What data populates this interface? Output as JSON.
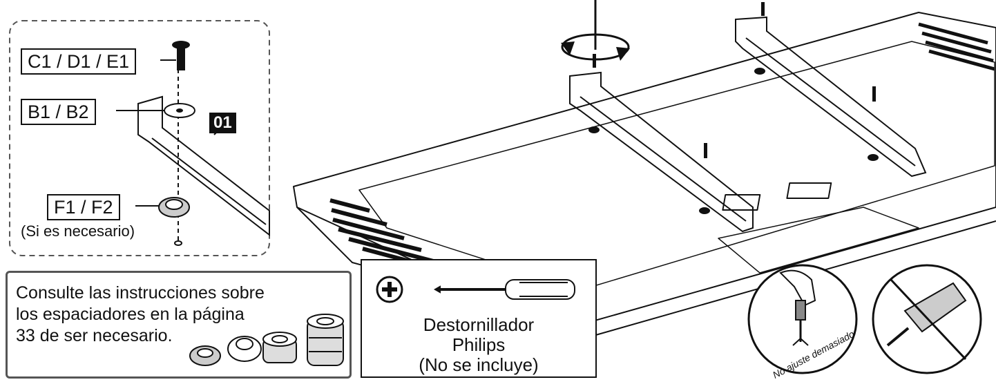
{
  "detail": {
    "labels": {
      "screw": "C1 / D1 / E1",
      "washer": "B1 / B2",
      "bracket_number": "01",
      "spacer": "F1 / F2",
      "spacer_note": "(Si es necesario)"
    }
  },
  "info_note": {
    "lines": [
      "Consulte las instrucciones sobre",
      "los espaciadores en la página",
      "33 de ser necesario."
    ]
  },
  "tool": {
    "plus_icon": "phillips-plus-icon",
    "lines": [
      "Destornillador",
      "Philips",
      "(No se incluye)"
    ]
  },
  "warning": {
    "caption": "No ajuste demasiado"
  },
  "icons": [
    "screwdriver-icon",
    "screw-icon",
    "washer-icon",
    "spacer-icon",
    "rotation-arrows-icon",
    "power-drill-prohibited-icon"
  ],
  "colors": {
    "line": "#111111",
    "box_border": "#555555",
    "background": "#ffffff"
  }
}
